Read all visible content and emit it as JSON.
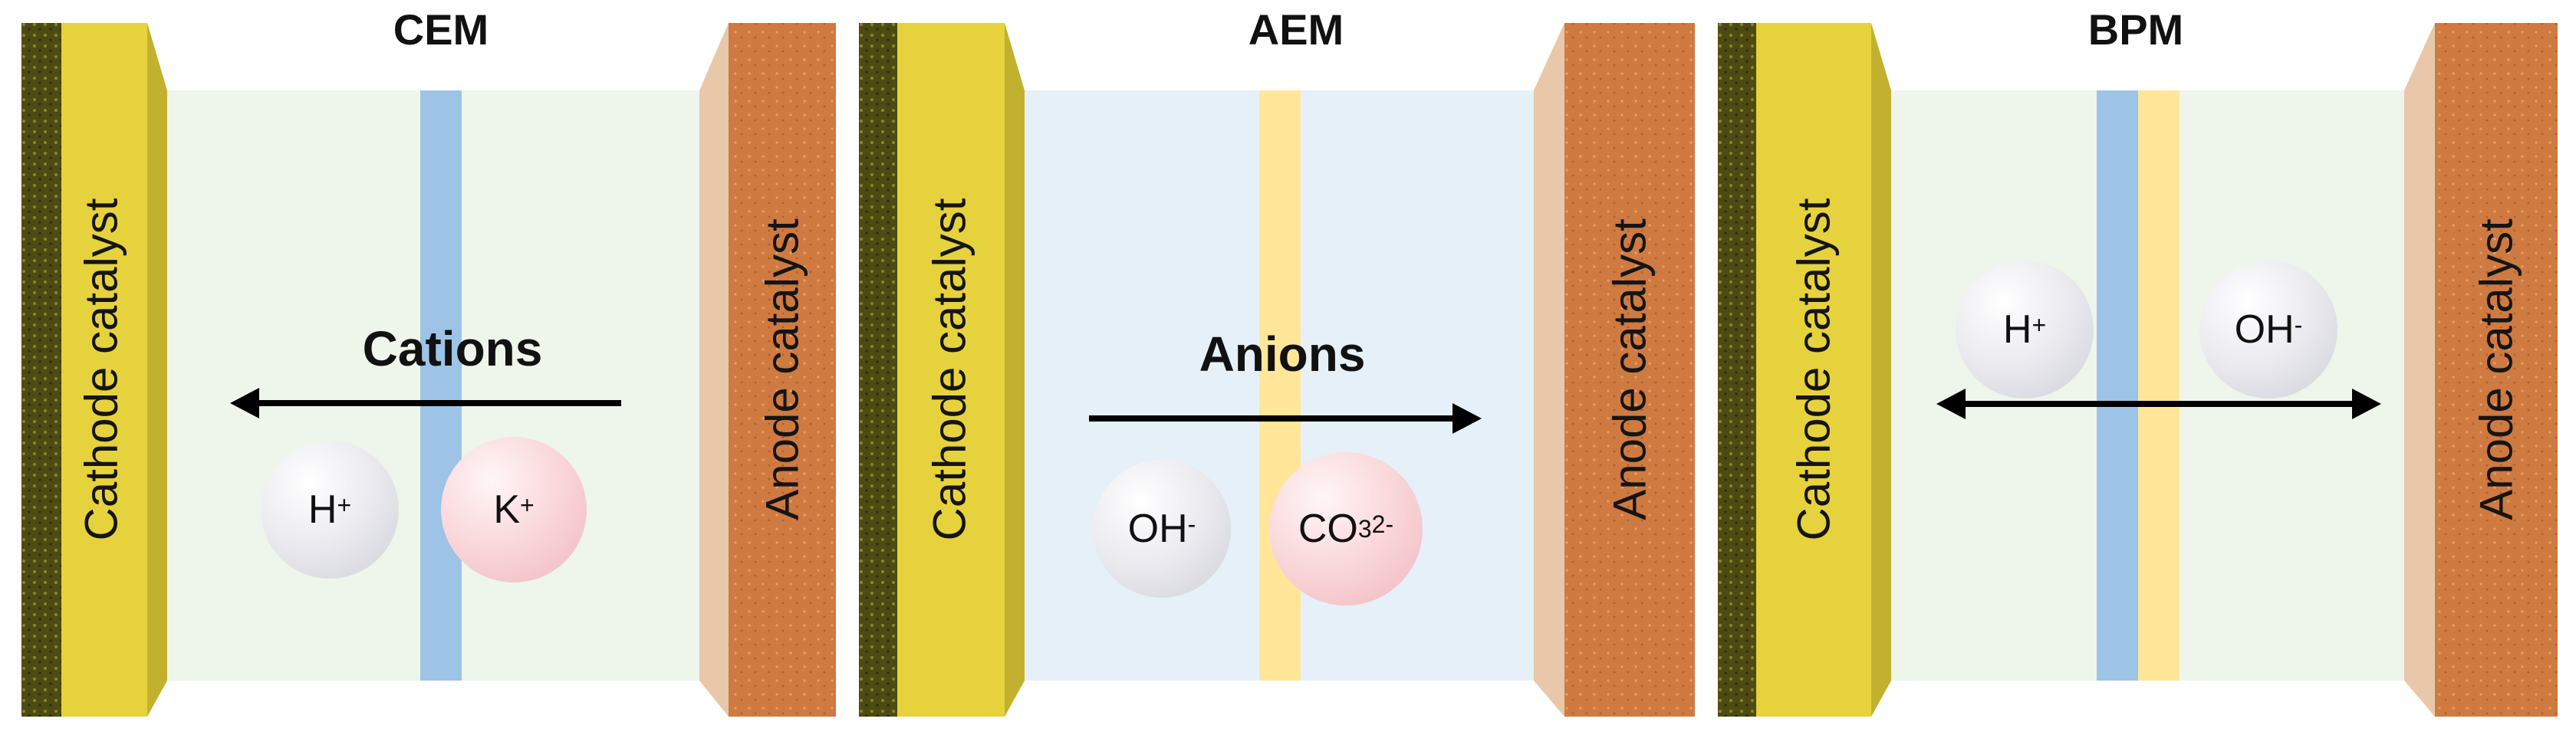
{
  "panels": [
    {
      "title": "CEM",
      "cathode_label": "Cathode catalyst",
      "anode_label": "Anode catalyst",
      "flow_label": "Cations",
      "flow_direction": "toward cathode",
      "ions": [
        {
          "base": "H",
          "sup": "+",
          "sub": "",
          "color": "grey"
        },
        {
          "base": "K",
          "sup": "+",
          "sub": "",
          "color": "pink"
        }
      ],
      "membrane_colors": [
        "#9dc3e6"
      ],
      "background": "#eef5ea"
    },
    {
      "title": "AEM",
      "cathode_label": "Cathode catalyst",
      "anode_label": "Anode catalyst",
      "flow_label": "Anions",
      "flow_direction": "toward anode",
      "ions": [
        {
          "base": "OH",
          "sup": "-",
          "sub": "",
          "color": "grey"
        },
        {
          "base": "CO",
          "sup": "2-",
          "sub": "3",
          "color": "pink"
        }
      ],
      "membrane_colors": [
        "#ffe699"
      ],
      "background": "#e6f0f8"
    },
    {
      "title": "BPM",
      "cathode_label": "Cathode catalyst",
      "anode_label": "Anode catalyst",
      "flow_label": "",
      "flow_direction": "both directions",
      "ions": [
        {
          "base": "H",
          "sup": "+",
          "sub": "",
          "color": "grey"
        },
        {
          "base": "OH",
          "sup": "-",
          "sub": "",
          "color": "grey"
        }
      ],
      "membrane_colors": [
        "#9dc3e6",
        "#ffe699"
      ],
      "background": "#eef5ea"
    }
  ],
  "colors": {
    "cathode_front": "#e6d23c",
    "cathode_gdl": "#4a4a14",
    "anode_front": "#d07a42",
    "arrow": "#000000"
  }
}
